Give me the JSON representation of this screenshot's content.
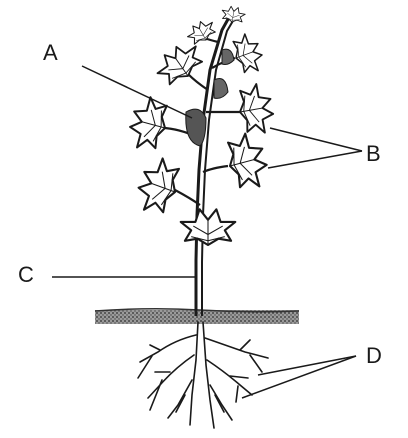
{
  "labels": {
    "a": "A",
    "b": "B",
    "c": "C",
    "d": "D"
  },
  "colors": {
    "ink": "#1a1a1a",
    "shade": "#555555",
    "soil": "#6b6b6b",
    "background": "#ffffff"
  }
}
